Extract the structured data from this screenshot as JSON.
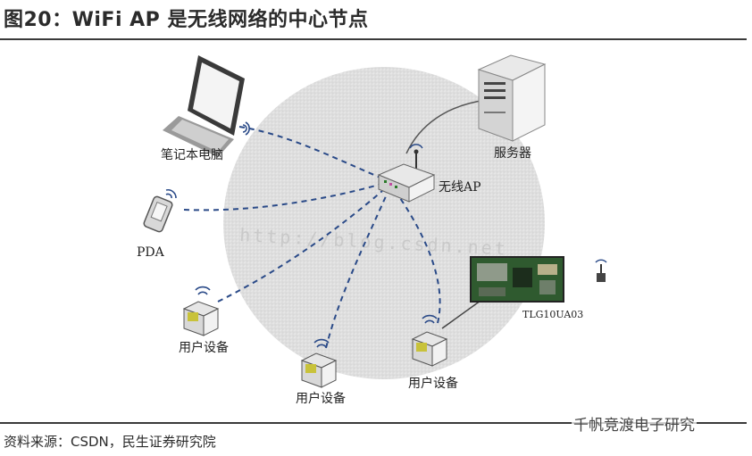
{
  "header": {
    "title": "图20：WiFi AP 是无线网络的中心节点"
  },
  "diagram": {
    "nodes": {
      "laptop": "笔记本电脑",
      "server": "服务器",
      "ap": "无线AP",
      "pda": "PDA",
      "device_1": "用户设备",
      "device_2": "用户设备",
      "device_3": "用户设备",
      "board": "TLG10UA03"
    },
    "background_watermark": "http://blog.csdn.net"
  },
  "footer": {
    "source": "资料来源：CSDN，民生证券研究院",
    "wechat_label": "千帆竞渡电子研究"
  },
  "colors": {
    "cloud": "#e6e6e6",
    "link": "#2a4a88",
    "wifi": "#2a4a88",
    "text": "#2b2b2b"
  }
}
